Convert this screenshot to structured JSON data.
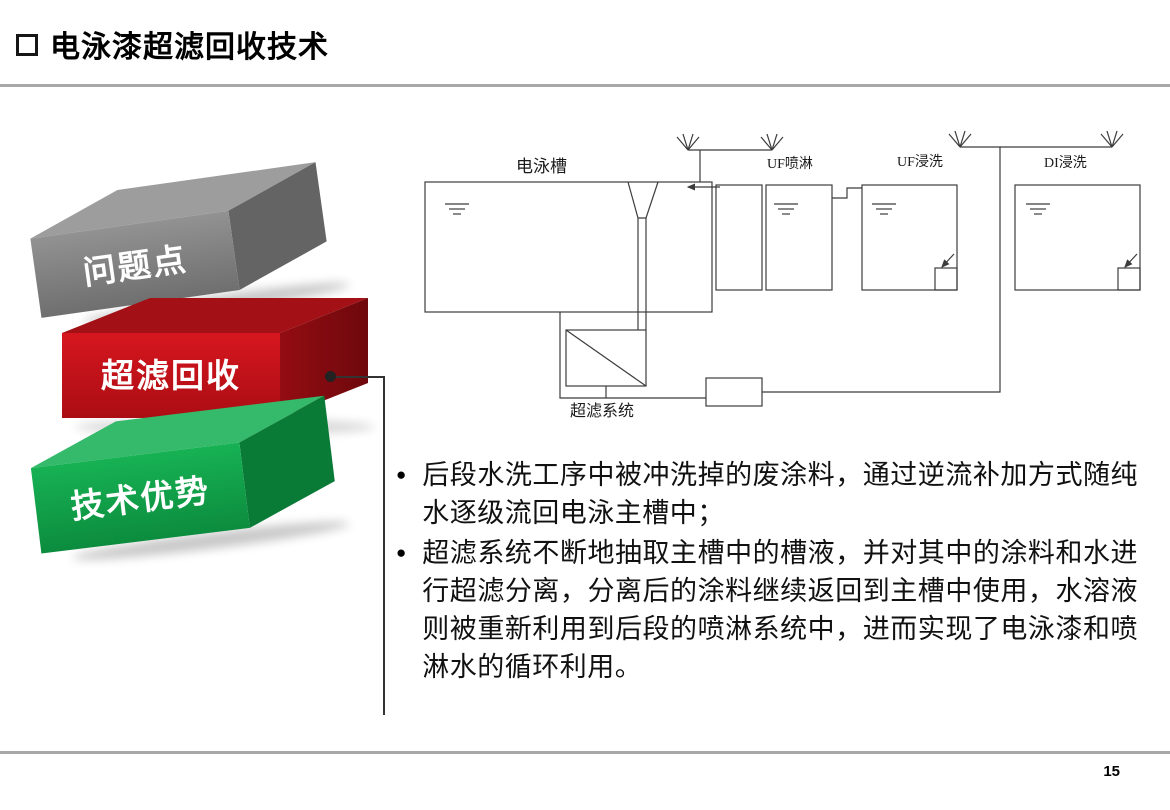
{
  "slide": {
    "title": "电泳漆超滤回收技术",
    "page_number": "15",
    "divider_color": "#a8a8a8"
  },
  "nav_blocks": [
    {
      "label": "问题点",
      "color": "#858585"
    },
    {
      "label": "超滤回收",
      "color": "#c81219"
    },
    {
      "label": "技术优势",
      "color": "#10a24a"
    }
  ],
  "diagram": {
    "labels": {
      "main_tank": "电泳槽",
      "uf_spray": "UF喷淋",
      "uf_rinse": "UF浸洗",
      "di_rinse": "DI浸洗",
      "uf_system": "超滤系统"
    }
  },
  "content": {
    "bullet_glyph": "●",
    "bullets": [
      "后段水洗工序中被冲洗掉的废涂料，通过逆流补加方式随纯水逐级流回电泳主槽中；",
      "超滤系统不断地抽取主槽中的槽液，并对其中的涂料和水进行超滤分离，分离后的涂料继续返回到主槽中使用，水溶液则被重新利用到后段的喷淋系统中，进而实现了电泳漆和喷淋水的循环利用。"
    ]
  }
}
